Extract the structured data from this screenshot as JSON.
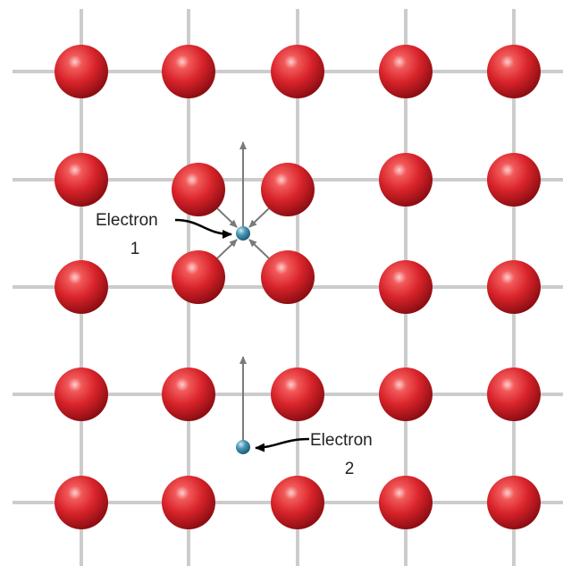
{
  "labels": {
    "electron1_line1": "Electron",
    "electron1_line2": "1",
    "electron2_line1": "Electron",
    "electron2_line2": "2"
  },
  "colors": {
    "ion": "#d8232a",
    "ion_highlight": "#ffd0d0",
    "ion_shadow": "#8a0d12",
    "grid": "#cccccc",
    "electron": "#4a97b5",
    "arrow": "#7a7a7a",
    "pointer": "#000000"
  }
}
